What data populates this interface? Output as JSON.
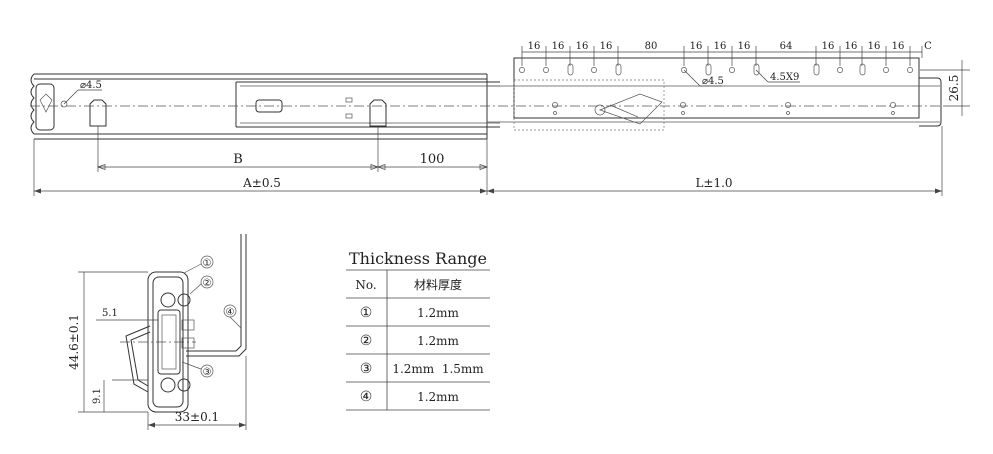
{
  "top_view": {
    "hole_spacing_labels": [
      "16",
      "16",
      "16",
      "16",
      "80",
      "16",
      "16",
      "16",
      "64",
      "16",
      "16",
      "16",
      "16",
      "C"
    ],
    "hole_diameter_left": "⌀4.5",
    "hole_diameter_right": "⌀4.5",
    "slot_size": "4.5X9",
    "height_label": "26.5",
    "dim_b": "B",
    "dim_100": "100",
    "dim_a": "A±0.5",
    "dim_l": "L±1.0"
  },
  "section_view": {
    "callouts": [
      "①",
      "②",
      "③",
      "④"
    ],
    "dim_height": "44.6±0.1",
    "dim_offset": "5.1",
    "dim_lower": "9.1",
    "dim_width": "33±0.1"
  },
  "thickness_table": {
    "title": "Thickness Range",
    "headers": [
      "No.",
      "材料厚度"
    ],
    "rows": [
      {
        "no": "①",
        "value": "1.2mm"
      },
      {
        "no": "②",
        "value": "1.2mm"
      },
      {
        "no": "③",
        "value": "1.2mm  1.5mm"
      },
      {
        "no": "④",
        "value": "1.2mm"
      }
    ]
  }
}
